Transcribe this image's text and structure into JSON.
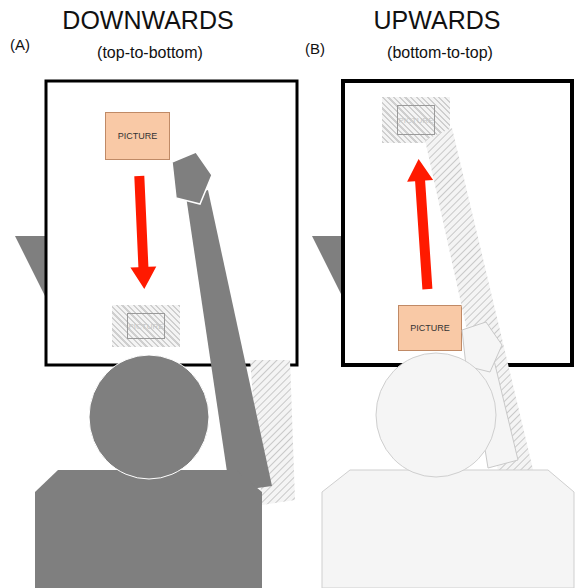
{
  "diagram": {
    "nodes": [
      {
        "text": [
          "PICTURE"
        ]
      },
      {
        "text": [
          "PICTURE"
        ]
      },
      {
        "text": [
          "PICTURE"
        ]
      },
      {
        "text": [
          "PICTURE"
        ]
      }
    ],
    "edges": [
      {
        "from": 0,
        "to": 1,
        "arrow": "to"
      },
      {
        "from": 3,
        "to": 2,
        "arrow": "to"
      }
    ],
    "labels": [
      "(A)",
      "DOWNWARDS",
      "(top-to-bottom)",
      "(B)",
      "UPWARDS",
      "(bottom-to-top)"
    ]
  }
}
